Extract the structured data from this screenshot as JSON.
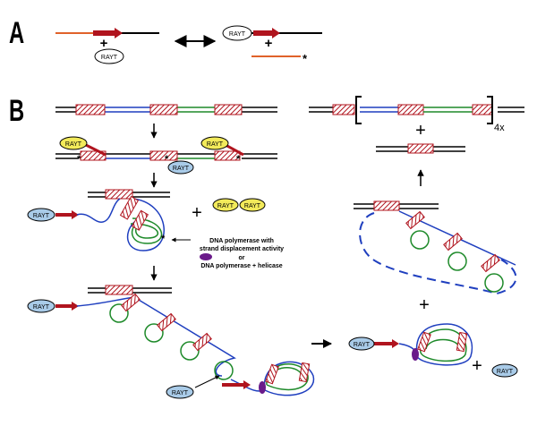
{
  "panels": {
    "a": "A",
    "b": "B"
  },
  "labels": {
    "rayt": "RAYT",
    "plus": "+",
    "repeat_count": "4x",
    "polymerase_line1": "DNA polymerase with",
    "polymerase_line2": "strand displacement activity",
    "polymerase_line3": "or",
    "polymerase_line4": "DNA polymerase + helicase"
  },
  "colors": {
    "dna": "#000000",
    "blue_strand": "#1f3fbf",
    "green_strand": "#1e8a2a",
    "orange_strand": "#e0622a",
    "rep_element": "#b0141e",
    "rayt_yellow": "#f2ea5a",
    "rayt_blue": "#a9cbe8",
    "polymerase": "#6a1a8a"
  },
  "icons": {
    "equilibrium": "double-headed-arrow",
    "flow": "down-arrow",
    "nick": "asterisk"
  }
}
